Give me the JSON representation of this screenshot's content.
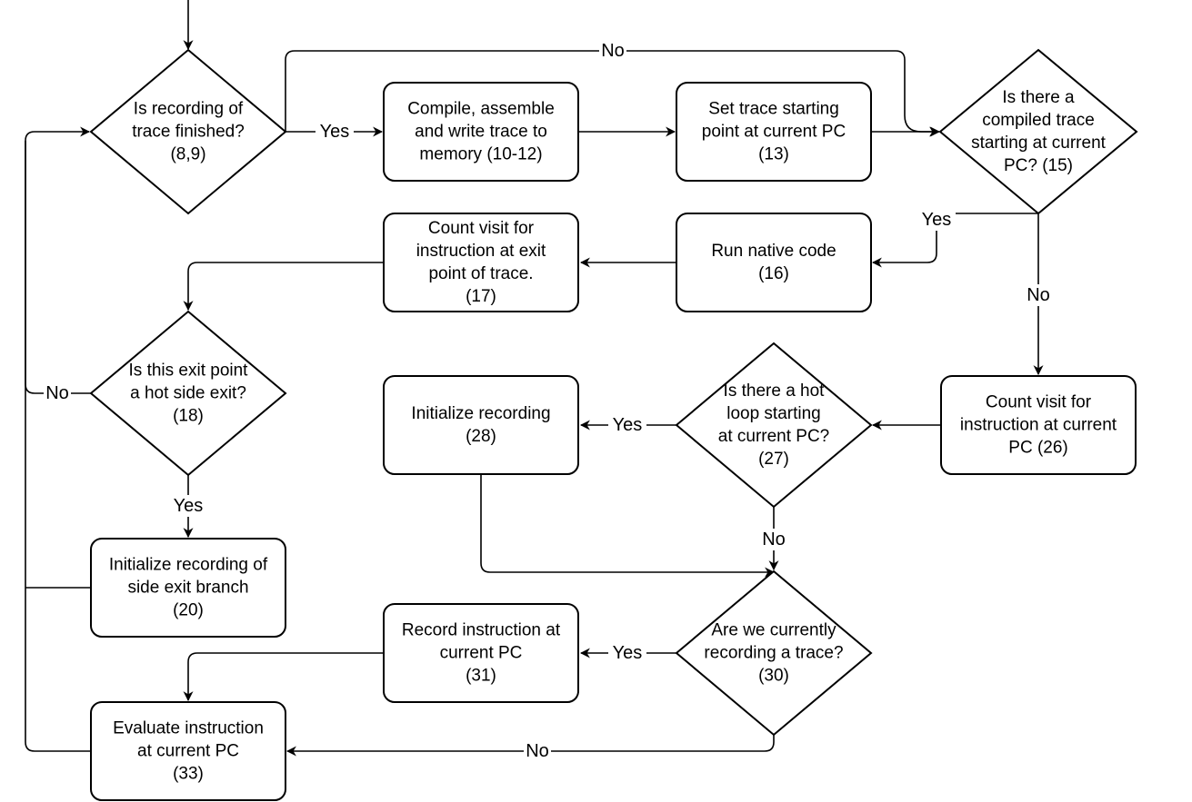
{
  "nodes": {
    "n1": {
      "shape": "diamond",
      "lines": [
        "Is recording of",
        "trace finished?",
        "(8,9)"
      ]
    },
    "n2": {
      "shape": "box",
      "lines": [
        "Compile, assemble",
        "and write trace to",
        "memory (10-12)"
      ]
    },
    "n3": {
      "shape": "box",
      "lines": [
        "Set trace starting",
        "point at current PC",
        "(13)"
      ]
    },
    "n4": {
      "shape": "diamond",
      "lines": [
        "Is there a",
        "compiled trace",
        "starting at current",
        "PC? (15)"
      ]
    },
    "n5": {
      "shape": "box",
      "lines": [
        "Run native code",
        "(16)"
      ]
    },
    "n6": {
      "shape": "box",
      "lines": [
        "Count visit for",
        "instruction at exit",
        "point of trace.",
        "(17)"
      ]
    },
    "n7": {
      "shape": "diamond",
      "lines": [
        "Is this exit point",
        "a hot side exit?",
        "(18)"
      ]
    },
    "n8": {
      "shape": "box",
      "lines": [
        "Initialize recording of",
        "side exit branch",
        "(20)"
      ]
    },
    "n9": {
      "shape": "box",
      "lines": [
        "Count visit for",
        "instruction at current",
        "PC (26)"
      ]
    },
    "n10": {
      "shape": "diamond",
      "lines": [
        "Is there a hot",
        "loop starting",
        "at current PC?",
        "(27)"
      ]
    },
    "n11": {
      "shape": "box",
      "lines": [
        "Initialize recording",
        "(28)"
      ]
    },
    "n12": {
      "shape": "diamond",
      "lines": [
        "Are we currently",
        "recording a trace?",
        "(30)"
      ]
    },
    "n13": {
      "shape": "box",
      "lines": [
        "Record instruction at",
        "current PC",
        "(31)"
      ]
    },
    "n14": {
      "shape": "box",
      "lines": [
        "Evaluate instruction",
        "at current PC",
        "(33)"
      ]
    }
  },
  "edges": [
    {
      "id": "e-entry",
      "from": "",
      "to": "n1",
      "label": ""
    },
    {
      "id": "e1",
      "from": "n1",
      "to": "n2",
      "label": "Yes"
    },
    {
      "id": "e2",
      "from": "n1",
      "to": "n4",
      "label": "No"
    },
    {
      "id": "e3",
      "from": "n2",
      "to": "n3",
      "label": ""
    },
    {
      "id": "e4",
      "from": "n3",
      "to": "n4",
      "label": ""
    },
    {
      "id": "e5",
      "from": "n4",
      "to": "n5",
      "label": "Yes"
    },
    {
      "id": "e6",
      "from": "n4",
      "to": "n9",
      "label": "No"
    },
    {
      "id": "e7",
      "from": "n5",
      "to": "n6",
      "label": ""
    },
    {
      "id": "e8",
      "from": "n6",
      "to": "n7",
      "label": ""
    },
    {
      "id": "e9",
      "from": "n7",
      "to": "n8",
      "label": "Yes"
    },
    {
      "id": "e10",
      "from": "n7",
      "to": "n1",
      "label": "No"
    },
    {
      "id": "e11",
      "from": "n8",
      "to": "n1",
      "label": ""
    },
    {
      "id": "e12",
      "from": "n9",
      "to": "n10",
      "label": ""
    },
    {
      "id": "e13",
      "from": "n10",
      "to": "n11",
      "label": "Yes"
    },
    {
      "id": "e14",
      "from": "n10",
      "to": "n12",
      "label": "No"
    },
    {
      "id": "e15",
      "from": "n11",
      "to": "n12",
      "label": ""
    },
    {
      "id": "e16",
      "from": "n12",
      "to": "n13",
      "label": "Yes"
    },
    {
      "id": "e17",
      "from": "n12",
      "to": "n14",
      "label": "No"
    },
    {
      "id": "e18",
      "from": "n13",
      "to": "n14",
      "label": ""
    },
    {
      "id": "e19",
      "from": "n14",
      "to": "n1",
      "label": ""
    }
  ]
}
